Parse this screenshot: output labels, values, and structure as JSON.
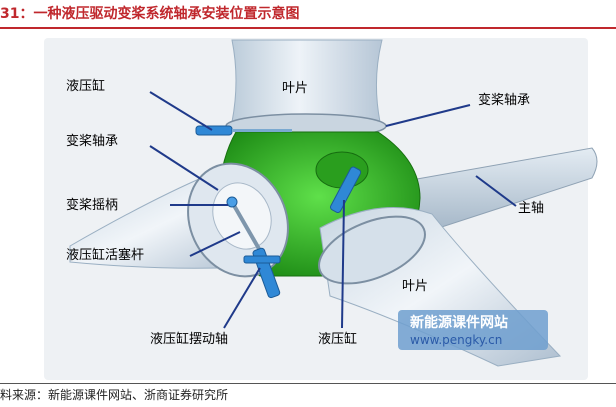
{
  "figure": {
    "title": "31：一种液压驱动变桨系统轴承安装位置示意图",
    "source": "料来源：新能源课件网站、浙商证券研究所"
  },
  "labels": {
    "hydraulic_cylinder_top": "液压缸",
    "pitch_bearing_left": "变桨轴承",
    "pitch_crank": "变桨摇柄",
    "cylinder_piston_rod": "液压缸活塞杆",
    "cylinder_swing_shaft": "液压缸摆动轴",
    "hydraulic_cylinder_bottom": "液压缸",
    "blade_top": "叶片",
    "pitch_bearing_right": "变桨轴承",
    "main_shaft": "主轴",
    "blade_bottom": "叶片"
  },
  "watermark": {
    "text": "新能源课件网站",
    "url": "www.pengky.cn"
  },
  "colors": {
    "title_red": "#c0282d",
    "hub_green": "#39c528",
    "blade_blue": "#dde7f0",
    "cylinder_blue": "#2f88d6"
  }
}
